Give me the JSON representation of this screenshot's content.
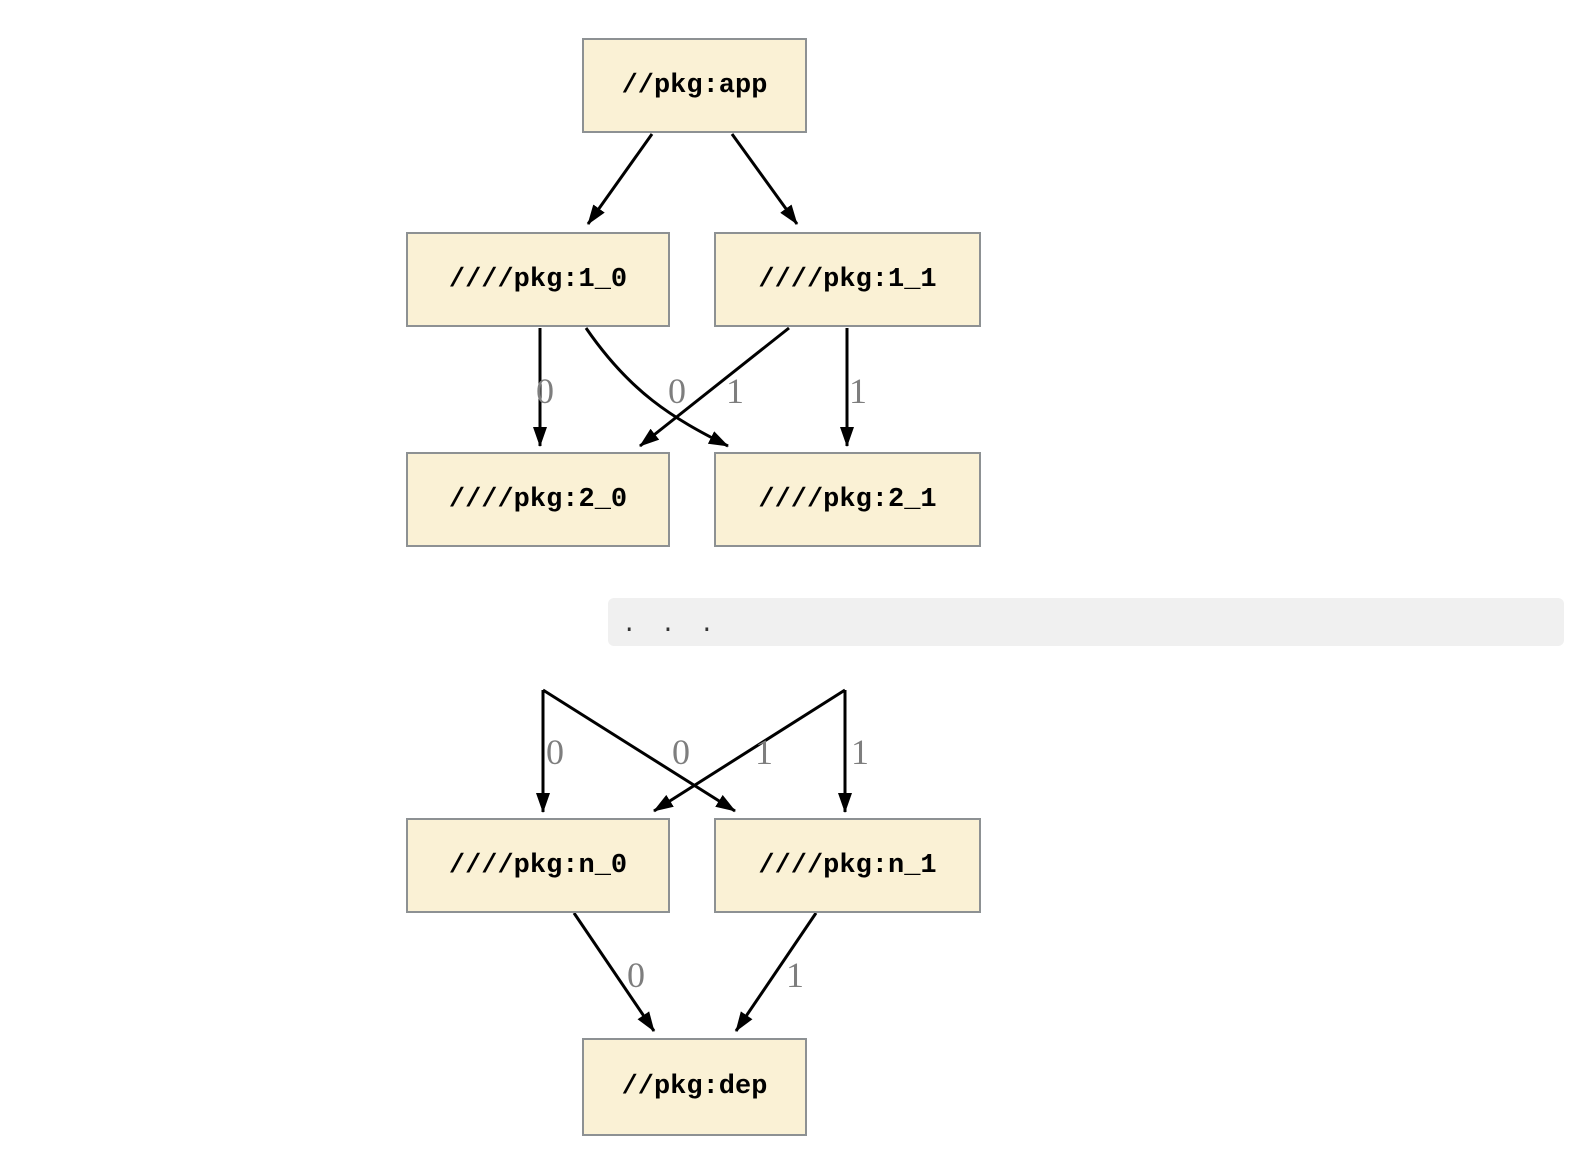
{
  "diagram": {
    "nodes": {
      "app": {
        "label": "//pkg:app"
      },
      "v1_0": {
        "label": "////pkg:1_0"
      },
      "v1_1": {
        "label": "////pkg:1_1"
      },
      "v2_0": {
        "label": "////pkg:2_0"
      },
      "v2_1": {
        "label": "////pkg:2_1"
      },
      "vn_0": {
        "label": "////pkg:n_0"
      },
      "vn_1": {
        "label": "////pkg:n_1"
      },
      "dep": {
        "label": "//pkg:dep"
      }
    },
    "edges": [
      {
        "from": "//pkg:app",
        "to": "////pkg:1_0",
        "label": ""
      },
      {
        "from": "//pkg:app",
        "to": "////pkg:1_1",
        "label": ""
      },
      {
        "from": "////pkg:1_0",
        "to": "////pkg:2_0",
        "label": "0"
      },
      {
        "from": "////pkg:1_0",
        "to": "////pkg:2_1",
        "label": "0"
      },
      {
        "from": "////pkg:1_1",
        "to": "////pkg:2_0",
        "label": "1"
      },
      {
        "from": "////pkg:1_1",
        "to": "////pkg:2_1",
        "label": "1"
      },
      {
        "from": "",
        "to": "////pkg:n_0",
        "label": "0"
      },
      {
        "from": "",
        "to": "////pkg:n_1",
        "label": "0"
      },
      {
        "from": "",
        "to": "////pkg:n_0",
        "label": "1"
      },
      {
        "from": "",
        "to": "////pkg:n_1",
        "label": "1"
      },
      {
        "from": "////pkg:n_0",
        "to": "//pkg:dep",
        "label": "0"
      },
      {
        "from": "////pkg:n_1",
        "to": "//pkg:dep",
        "label": "1"
      }
    ],
    "ellipsis": ". . .",
    "colors": {
      "node_fill": "#FAF1D5",
      "node_border": "#8D9193",
      "edge": "#000000",
      "edge_label": "#7E7E7E",
      "band_bg": "#F0F0F0",
      "dots": "#333333",
      "page_bg": "#FFFFFF"
    }
  }
}
